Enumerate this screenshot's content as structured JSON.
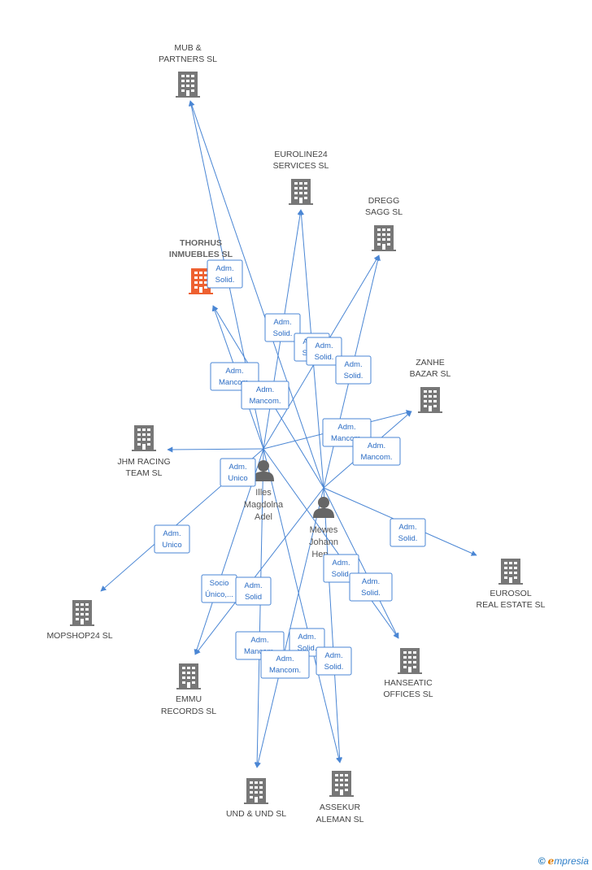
{
  "colors": {
    "edge": "#4a86d4",
    "company": "#777777",
    "focus_company": "#ee6030",
    "person": "#666666"
  },
  "companies": [
    {
      "id": "mub",
      "lines": [
        "MUB &",
        "PARTNERS  SL"
      ]
    },
    {
      "id": "euroline",
      "lines": [
        "EUROLINE24",
        "SERVICES SL"
      ]
    },
    {
      "id": "dregg",
      "lines": [
        "DREGG",
        "SAGG SL"
      ]
    },
    {
      "id": "thorhus",
      "lines": [
        "THORHUS",
        "INMUEBLES SL"
      ],
      "focus": true
    },
    {
      "id": "zanhe",
      "lines": [
        "ZANHE",
        "BAZAR SL"
      ]
    },
    {
      "id": "jhm",
      "lines": [
        "JHM RACING",
        "TEAM SL"
      ]
    },
    {
      "id": "eurosol",
      "lines": [
        "EUROSOL",
        "REAL ESTATE SL"
      ]
    },
    {
      "id": "mopshop",
      "lines": [
        "MOPSHOP24  SL"
      ]
    },
    {
      "id": "hanseatic",
      "lines": [
        "HANSEATIC",
        "OFFICES  SL"
      ]
    },
    {
      "id": "emmu",
      "lines": [
        "EMMU",
        "RECORDS SL"
      ]
    },
    {
      "id": "und",
      "lines": [
        "UND & UND SL"
      ]
    },
    {
      "id": "assekur",
      "lines": [
        "ASSEKUR",
        "ALEMAN SL"
      ]
    }
  ],
  "persons": [
    {
      "id": "illes",
      "lines": [
        "Illes",
        "Magdolna",
        "Adel"
      ]
    },
    {
      "id": "mewes",
      "lines": [
        "Mewes",
        "Johann",
        "Hen..."
      ]
    }
  ],
  "roles": [
    {
      "id": "r1",
      "lines": [
        "Adm.",
        "Solid."
      ]
    },
    {
      "id": "r2",
      "lines": [
        "Adm.",
        "Solid."
      ]
    },
    {
      "id": "r3",
      "lines": [
        "Adm.",
        "Solid."
      ]
    },
    {
      "id": "r4",
      "lines": [
        "Adm.",
        "Solid."
      ]
    },
    {
      "id": "r5",
      "lines": [
        "Adm.",
        "Solid."
      ]
    },
    {
      "id": "r6",
      "lines": [
        "Adm.",
        "Mancom."
      ]
    },
    {
      "id": "r7",
      "lines": [
        "Adm.",
        "Mancom."
      ]
    },
    {
      "id": "r8",
      "lines": [
        "Adm.",
        "Mancom."
      ]
    },
    {
      "id": "r9",
      "lines": [
        "Adm.",
        "Mancom."
      ]
    },
    {
      "id": "r10",
      "lines": [
        "Adm.",
        "Unico"
      ]
    },
    {
      "id": "r11",
      "lines": [
        "Adm.",
        "Unico"
      ]
    },
    {
      "id": "r12",
      "lines": [
        "Adm.",
        "Solid."
      ]
    },
    {
      "id": "r13",
      "lines": [
        "Adm.",
        "Solid."
      ]
    },
    {
      "id": "r14",
      "lines": [
        "Socio",
        "Único,..."
      ]
    },
    {
      "id": "r15",
      "lines": [
        "Adm.",
        "Solid."
      ]
    },
    {
      "id": "r16",
      "lines": [
        "Adm.",
        "Solid"
      ]
    },
    {
      "id": "r17",
      "lines": [
        "Adm.",
        "Mancom."
      ]
    },
    {
      "id": "r18",
      "lines": [
        "Adm.",
        "Solid."
      ]
    },
    {
      "id": "r19",
      "lines": [
        "Adm.",
        "Mancom."
      ]
    },
    {
      "id": "r20",
      "lines": [
        "Adm.",
        "Solid."
      ]
    }
  ],
  "edges": [
    [
      "illes",
      "mub"
    ],
    [
      "mewes",
      "mub"
    ],
    [
      "illes",
      "thorhus"
    ],
    [
      "mewes",
      "thorhus"
    ],
    [
      "illes",
      "euroline"
    ],
    [
      "mewes",
      "euroline"
    ],
    [
      "illes",
      "dregg"
    ],
    [
      "mewes",
      "dregg"
    ],
    [
      "illes",
      "zanhe"
    ],
    [
      "mewes",
      "zanhe"
    ],
    [
      "illes",
      "jhm"
    ],
    [
      "illes",
      "mopshop"
    ],
    [
      "mewes",
      "eurosol"
    ],
    [
      "illes",
      "hanseatic"
    ],
    [
      "mewes",
      "hanseatic"
    ],
    [
      "illes",
      "emmu"
    ],
    [
      "mewes",
      "emmu"
    ],
    [
      "illes",
      "und"
    ],
    [
      "mewes",
      "und"
    ],
    [
      "illes",
      "assekur"
    ],
    [
      "mewes",
      "assekur"
    ]
  ],
  "footer": {
    "copyright": "©",
    "brand_initial": "e",
    "brand_rest": "mpresia"
  }
}
